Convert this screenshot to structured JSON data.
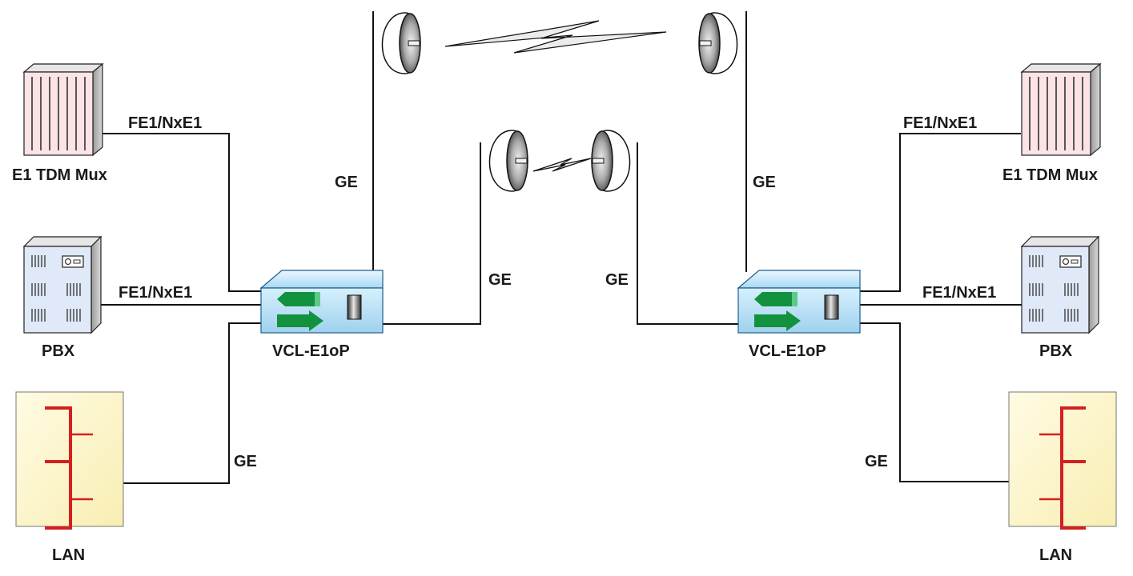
{
  "colors": {
    "line": "#111111",
    "lan_bus": "#d42020",
    "lan_panel": "#fdf6c8",
    "mux_panel": "#fbe3e6",
    "pbx_panel": "#dfe9f7",
    "device_body": "#cfeafb",
    "arrow_green": "#12913e",
    "radio_link": "#e9e9e9"
  },
  "left": {
    "mux_label": "E1 TDM Mux",
    "pbx_label": "PBX",
    "lan_label": "LAN",
    "device_label": "VCL-E1oP",
    "link_mux": "FE1/NxE1",
    "link_pbx": "FE1/NxE1",
    "link_lan": "GE",
    "link_uplink_top": "GE",
    "link_uplink_mid": "GE"
  },
  "right": {
    "mux_label": "E1 TDM Mux",
    "pbx_label": "PBX",
    "lan_label": "LAN",
    "device_label": "VCL-E1oP",
    "link_mux": "FE1/NxE1",
    "link_pbx": "FE1/NxE1",
    "link_lan": "GE",
    "link_uplink_top": "GE",
    "link_uplink_mid": "GE"
  },
  "icons": {
    "mux": "tdm-mux-rack-icon",
    "pbx": "pbx-cabinet-icon",
    "lan": "lan-bus-icon",
    "device": "vcl-e1op-device-icon",
    "antenna": "microwave-dish-icon",
    "radio_link": "lightning-link-icon"
  }
}
